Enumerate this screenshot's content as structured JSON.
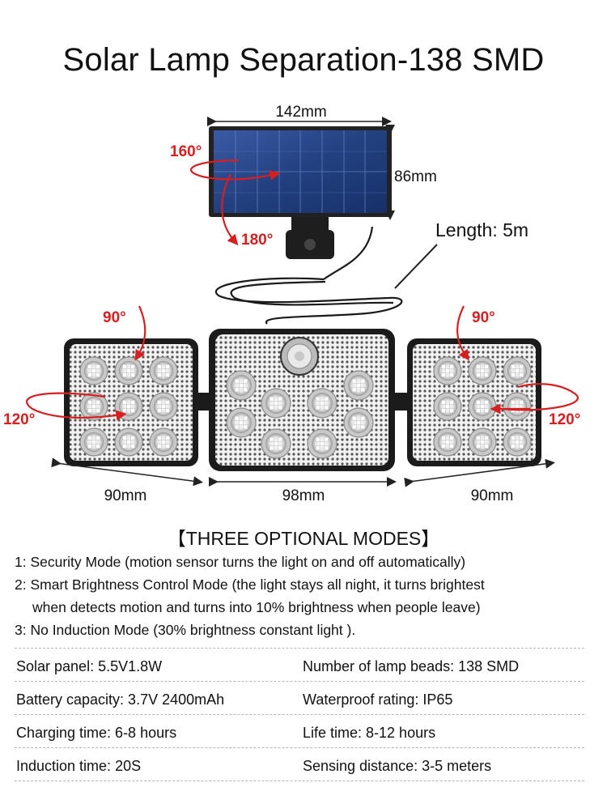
{
  "title": "Solar Lamp Separation-138 SMD",
  "dimensions": {
    "panel_width": "142mm",
    "panel_height": "86mm",
    "cable_length": "Length: 5m",
    "left_lamp_width": "90mm",
    "center_lamp_width": "98mm",
    "right_lamp_width": "90mm"
  },
  "angles": {
    "panel_horizontal": "160°",
    "panel_vertical": "180°",
    "left_vertical": "90°",
    "left_horizontal": "120°",
    "right_vertical": "90°",
    "right_horizontal": "120°"
  },
  "colors": {
    "angle_red": "#d81e1e",
    "panel_blue": "#24407e",
    "lamp_frame": "#1b1b1b"
  },
  "modes": {
    "heading": "【THREE OPTIONAL MODES】",
    "line1": "1: Security Mode (motion sensor turns the light on and off automatically)",
    "line2a": "2: Smart Brightness Control Mode (the light stays all night, it turns brightest",
    "line2b": "when detects motion and turns into 10% brightness when people leave)",
    "line3": "3: No Induction Mode (30% brightness constant light )."
  },
  "specs": [
    {
      "left": "Solar panel: 5.5V1.8W",
      "right": "Number of lamp beads: 138 SMD"
    },
    {
      "left": "Battery capacity: 3.7V 2400mAh",
      "right": "Waterproof rating: IP65"
    },
    {
      "left": "Charging time: 6-8 hours",
      "right": "Life time: 8-12 hours"
    },
    {
      "left": "Induction time: 20S",
      "right": "Sensing distance: 3-5 meters"
    }
  ]
}
